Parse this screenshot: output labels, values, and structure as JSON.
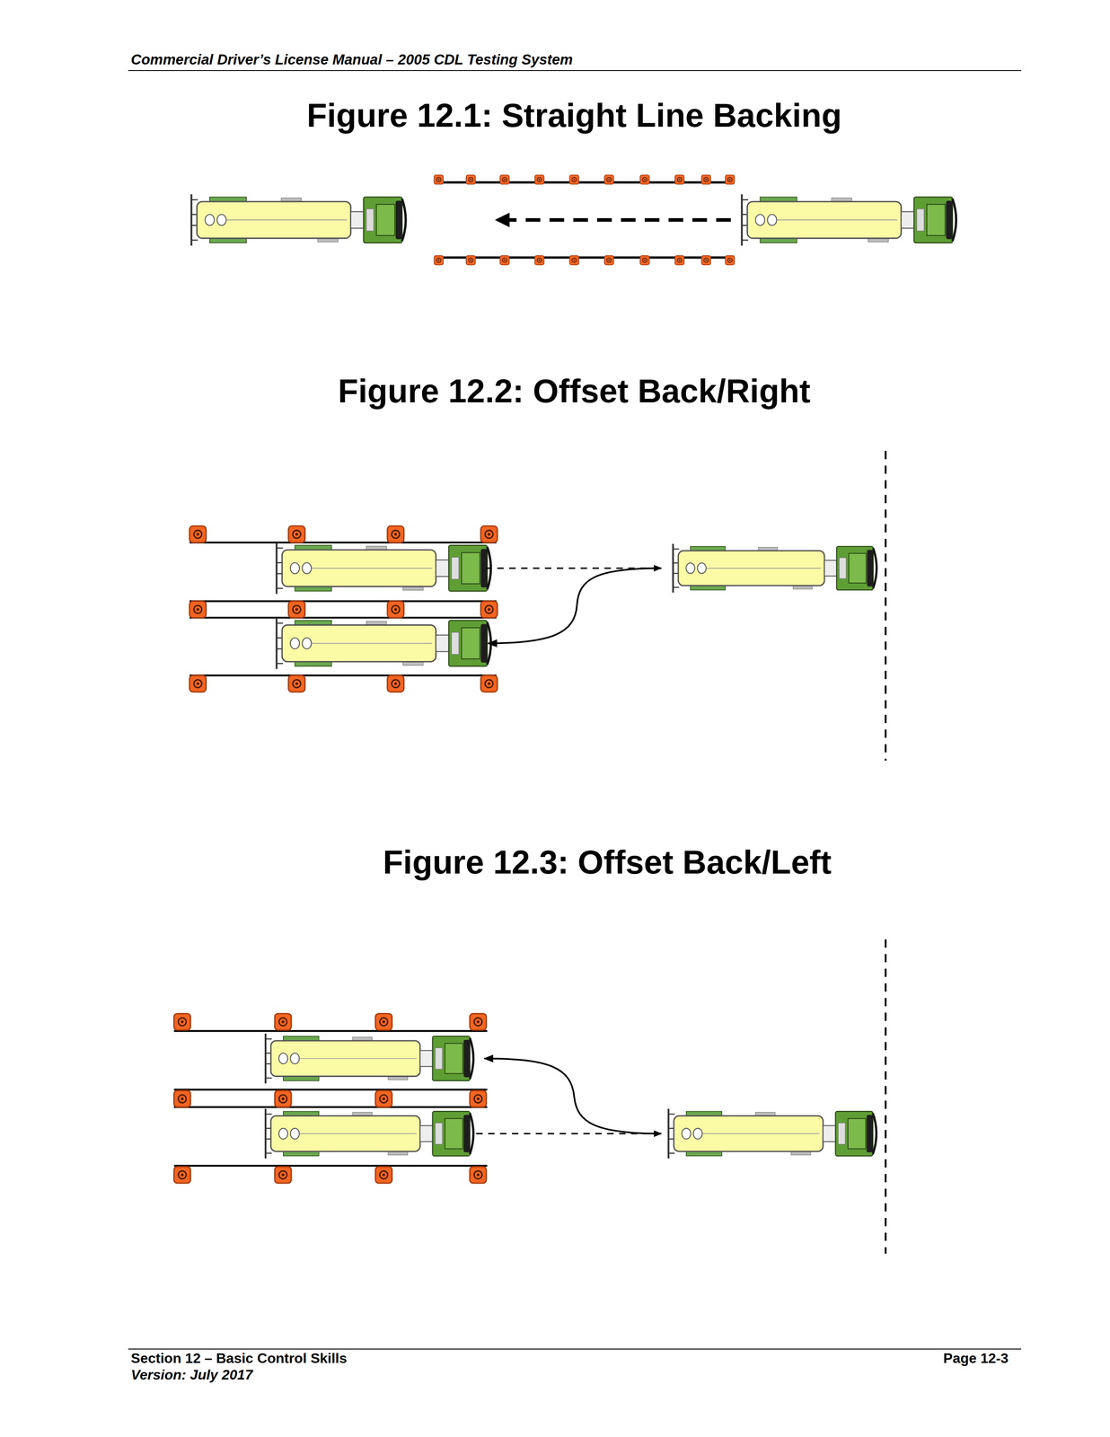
{
  "diagram": {
    "labels": [
      "Commercial Driver’s License Manual – 2005 CDL Testing System",
      "Figure 12.1: Straight Line Backing",
      "Figure 12.2: Offset Back/Right",
      "Figure 12.3: Offset Back/Left",
      "Section 12 – Basic Control Skills",
      "Page 12-3",
      "Version: July 2017"
    ]
  }
}
